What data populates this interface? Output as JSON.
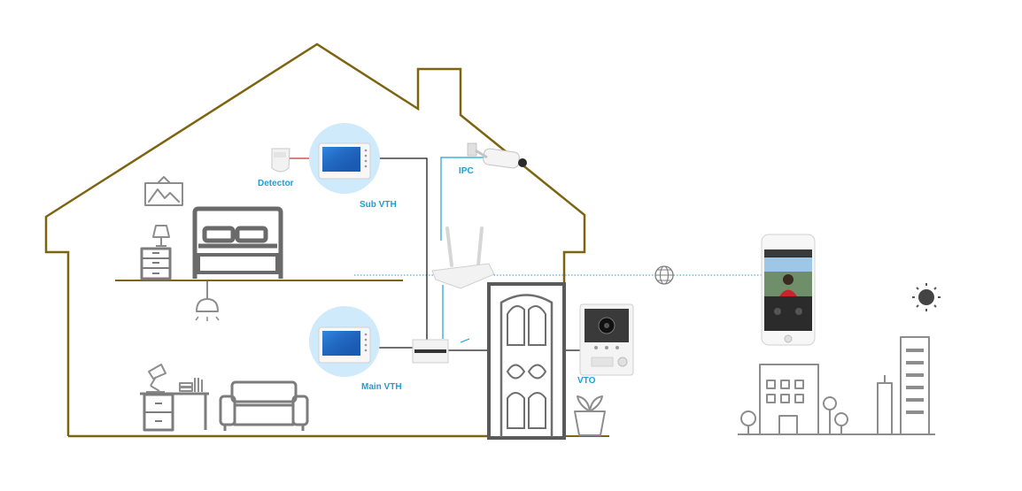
{
  "labels": {
    "detector": "Detector",
    "sub_vth": "Sub VTH",
    "ipc": "IPC",
    "main_vth": "Main VTH",
    "vto": "VTO"
  },
  "colors": {
    "house_outline": "#7d6410",
    "network_line": "#1aa0d8",
    "wire": "#1a1a1a",
    "alarm_wire": "#c0392b",
    "icon_gray": "#7c7c7c",
    "monitor_halo": "#cfeafa"
  },
  "icons": [
    "house-outline",
    "picture-frame-icon",
    "lamp-icon",
    "nightstand-icon",
    "bed-icon",
    "ceiling-light-icon",
    "desk-lamp-icon",
    "books-icon",
    "desk-icon",
    "sofa-icon",
    "door-icon",
    "plant-pot-icon",
    "detector-device",
    "sub-vth-monitor",
    "main-vth-monitor",
    "ipc-camera",
    "wifi-router",
    "poe-switch",
    "vto-door-station",
    "globe-icon",
    "smartphone-app",
    "sun-icon",
    "office-building-icon",
    "tree-icon",
    "skyscraper-icon"
  ]
}
